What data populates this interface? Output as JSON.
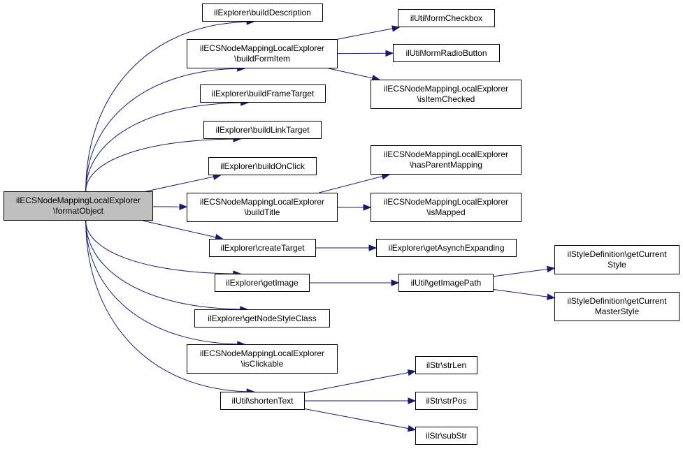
{
  "diagram": {
    "colors": {
      "edge": "#191970",
      "root_fill": "#bfbfbf",
      "node_fill": "#ffffff",
      "border": "#000000"
    },
    "nodes": {
      "root": {
        "line1": "ilECSNodeMappingLocalExplorer",
        "line2": "\\formatObject"
      },
      "buildDescription": {
        "line1": "ilExplorer\\buildDescription"
      },
      "buildFormItem": {
        "line1": "ilECSNodeMappingLocalExplorer",
        "line2": "\\buildFormItem"
      },
      "formCheckbox": {
        "line1": "ilUtil\\formCheckbox"
      },
      "formRadioButton": {
        "line1": "ilUtil\\formRadioButton"
      },
      "isItemChecked": {
        "line1": "ilECSNodeMappingLocalExplorer",
        "line2": "\\isItemChecked"
      },
      "buildFrameTarget": {
        "line1": "ilExplorer\\buildFrameTarget"
      },
      "buildLinkTarget": {
        "line1": "ilExplorer\\buildLinkTarget"
      },
      "buildOnClick": {
        "line1": "ilExplorer\\buildOnClick"
      },
      "hasParentMapping": {
        "line1": "ilECSNodeMappingLocalExplorer",
        "line2": "\\hasParentMapping"
      },
      "buildTitle": {
        "line1": "ilECSNodeMappingLocalExplorer",
        "line2": "\\buildTitle"
      },
      "isMapped": {
        "line1": "ilECSNodeMappingLocalExplorer",
        "line2": "\\isMapped"
      },
      "createTarget": {
        "line1": "ilExplorer\\createTarget"
      },
      "getAsynchExpanding": {
        "line1": "ilExplorer\\getAsynchExpanding"
      },
      "getImage": {
        "line1": "ilExplorer\\getImage"
      },
      "getImagePath": {
        "line1": "ilUtil\\getImagePath"
      },
      "getCurrentStyle": {
        "line1": "ilStyleDefinition\\getCurrent",
        "line2": "Style"
      },
      "getCurrentMasterStyle": {
        "line1": "ilStyleDefinition\\getCurrent",
        "line2": "MasterStyle"
      },
      "getNodeStyleClass": {
        "line1": "ilExplorer\\getNodeStyleClass"
      },
      "isClickable": {
        "line1": "ilECSNodeMappingLocalExplorer",
        "line2": "\\isClickable"
      },
      "shortenText": {
        "line1": "ilUtil\\shortenText"
      },
      "strLen": {
        "line1": "ilStr\\strLen"
      },
      "strPos": {
        "line1": "ilStr\\strPos"
      },
      "subStr": {
        "line1": "ilStr\\subStr"
      }
    },
    "edges": [
      [
        "root",
        "buildDescription"
      ],
      [
        "root",
        "buildFormItem"
      ],
      [
        "root",
        "buildFrameTarget"
      ],
      [
        "root",
        "buildLinkTarget"
      ],
      [
        "root",
        "buildOnClick"
      ],
      [
        "root",
        "buildTitle"
      ],
      [
        "root",
        "createTarget"
      ],
      [
        "root",
        "getImage"
      ],
      [
        "root",
        "getNodeStyleClass"
      ],
      [
        "root",
        "isClickable"
      ],
      [
        "root",
        "shortenText"
      ],
      [
        "buildFormItem",
        "formCheckbox"
      ],
      [
        "buildFormItem",
        "formRadioButton"
      ],
      [
        "buildFormItem",
        "isItemChecked"
      ],
      [
        "buildTitle",
        "hasParentMapping"
      ],
      [
        "buildTitle",
        "isMapped"
      ],
      [
        "createTarget",
        "getAsynchExpanding"
      ],
      [
        "getImage",
        "getImagePath"
      ],
      [
        "getImagePath",
        "getCurrentStyle"
      ],
      [
        "getImagePath",
        "getCurrentMasterStyle"
      ],
      [
        "shortenText",
        "strLen"
      ],
      [
        "shortenText",
        "strPos"
      ],
      [
        "shortenText",
        "subStr"
      ]
    ]
  }
}
